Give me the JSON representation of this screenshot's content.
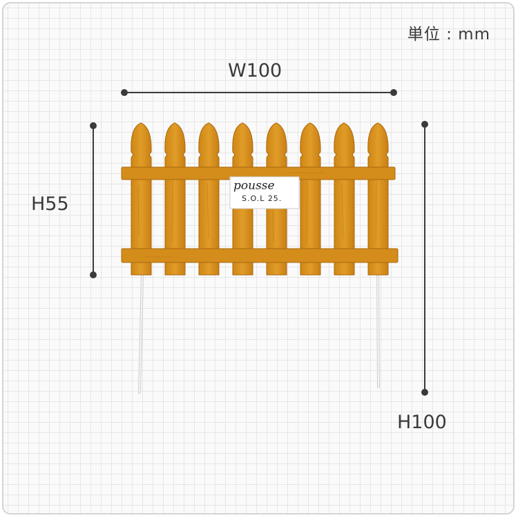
{
  "unit_label": "単位 : mm",
  "dimensions": {
    "width_label": "W100",
    "fence_height_label": "H55",
    "total_height_label": "H100"
  },
  "product": {
    "name": "picket-fence-pick",
    "sign": {
      "text": "pousse",
      "code": "S.O.L 25."
    }
  },
  "colors": {
    "wood": "#d9921c",
    "wood_dark": "#b8740f",
    "marker": "#3a3a3a",
    "grid": "#e6e6e6",
    "wire": "#e8e8e8"
  }
}
